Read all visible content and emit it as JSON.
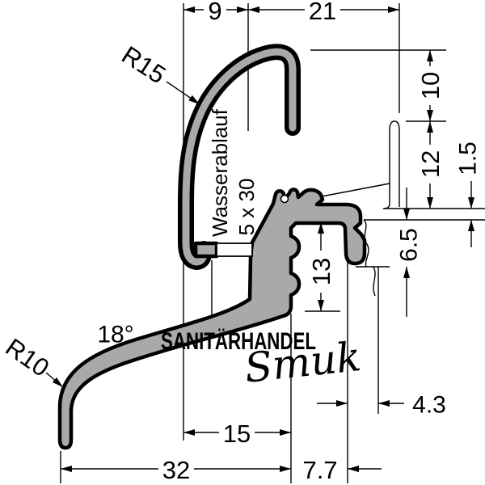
{
  "drawing": {
    "title": "aluminium-profile-cross-section",
    "profile_fill": "#a9a9a9",
    "line_color": "#000000",
    "labels": {
      "radius_top": "R15",
      "radius_bottom": "R10",
      "angle": "18°",
      "slot_name": "Wasserablauf",
      "slot_size": "5 x 30"
    },
    "dims": {
      "top_width_left": "9",
      "top_width_right": "21",
      "right_top": "10",
      "right_mid": "12",
      "right_gap": "1.5",
      "right_low": "6.5",
      "center_height": "13",
      "offset_small": "4.3",
      "bottom_inner": "15",
      "bottom_step": "7.7",
      "bottom_total": "32"
    },
    "watermark": {
      "name": "SANITÄRHANDEL",
      "brand": "Smuk",
      "name_color": "#4d9fd6",
      "brand_color": "#74b5e3"
    }
  }
}
